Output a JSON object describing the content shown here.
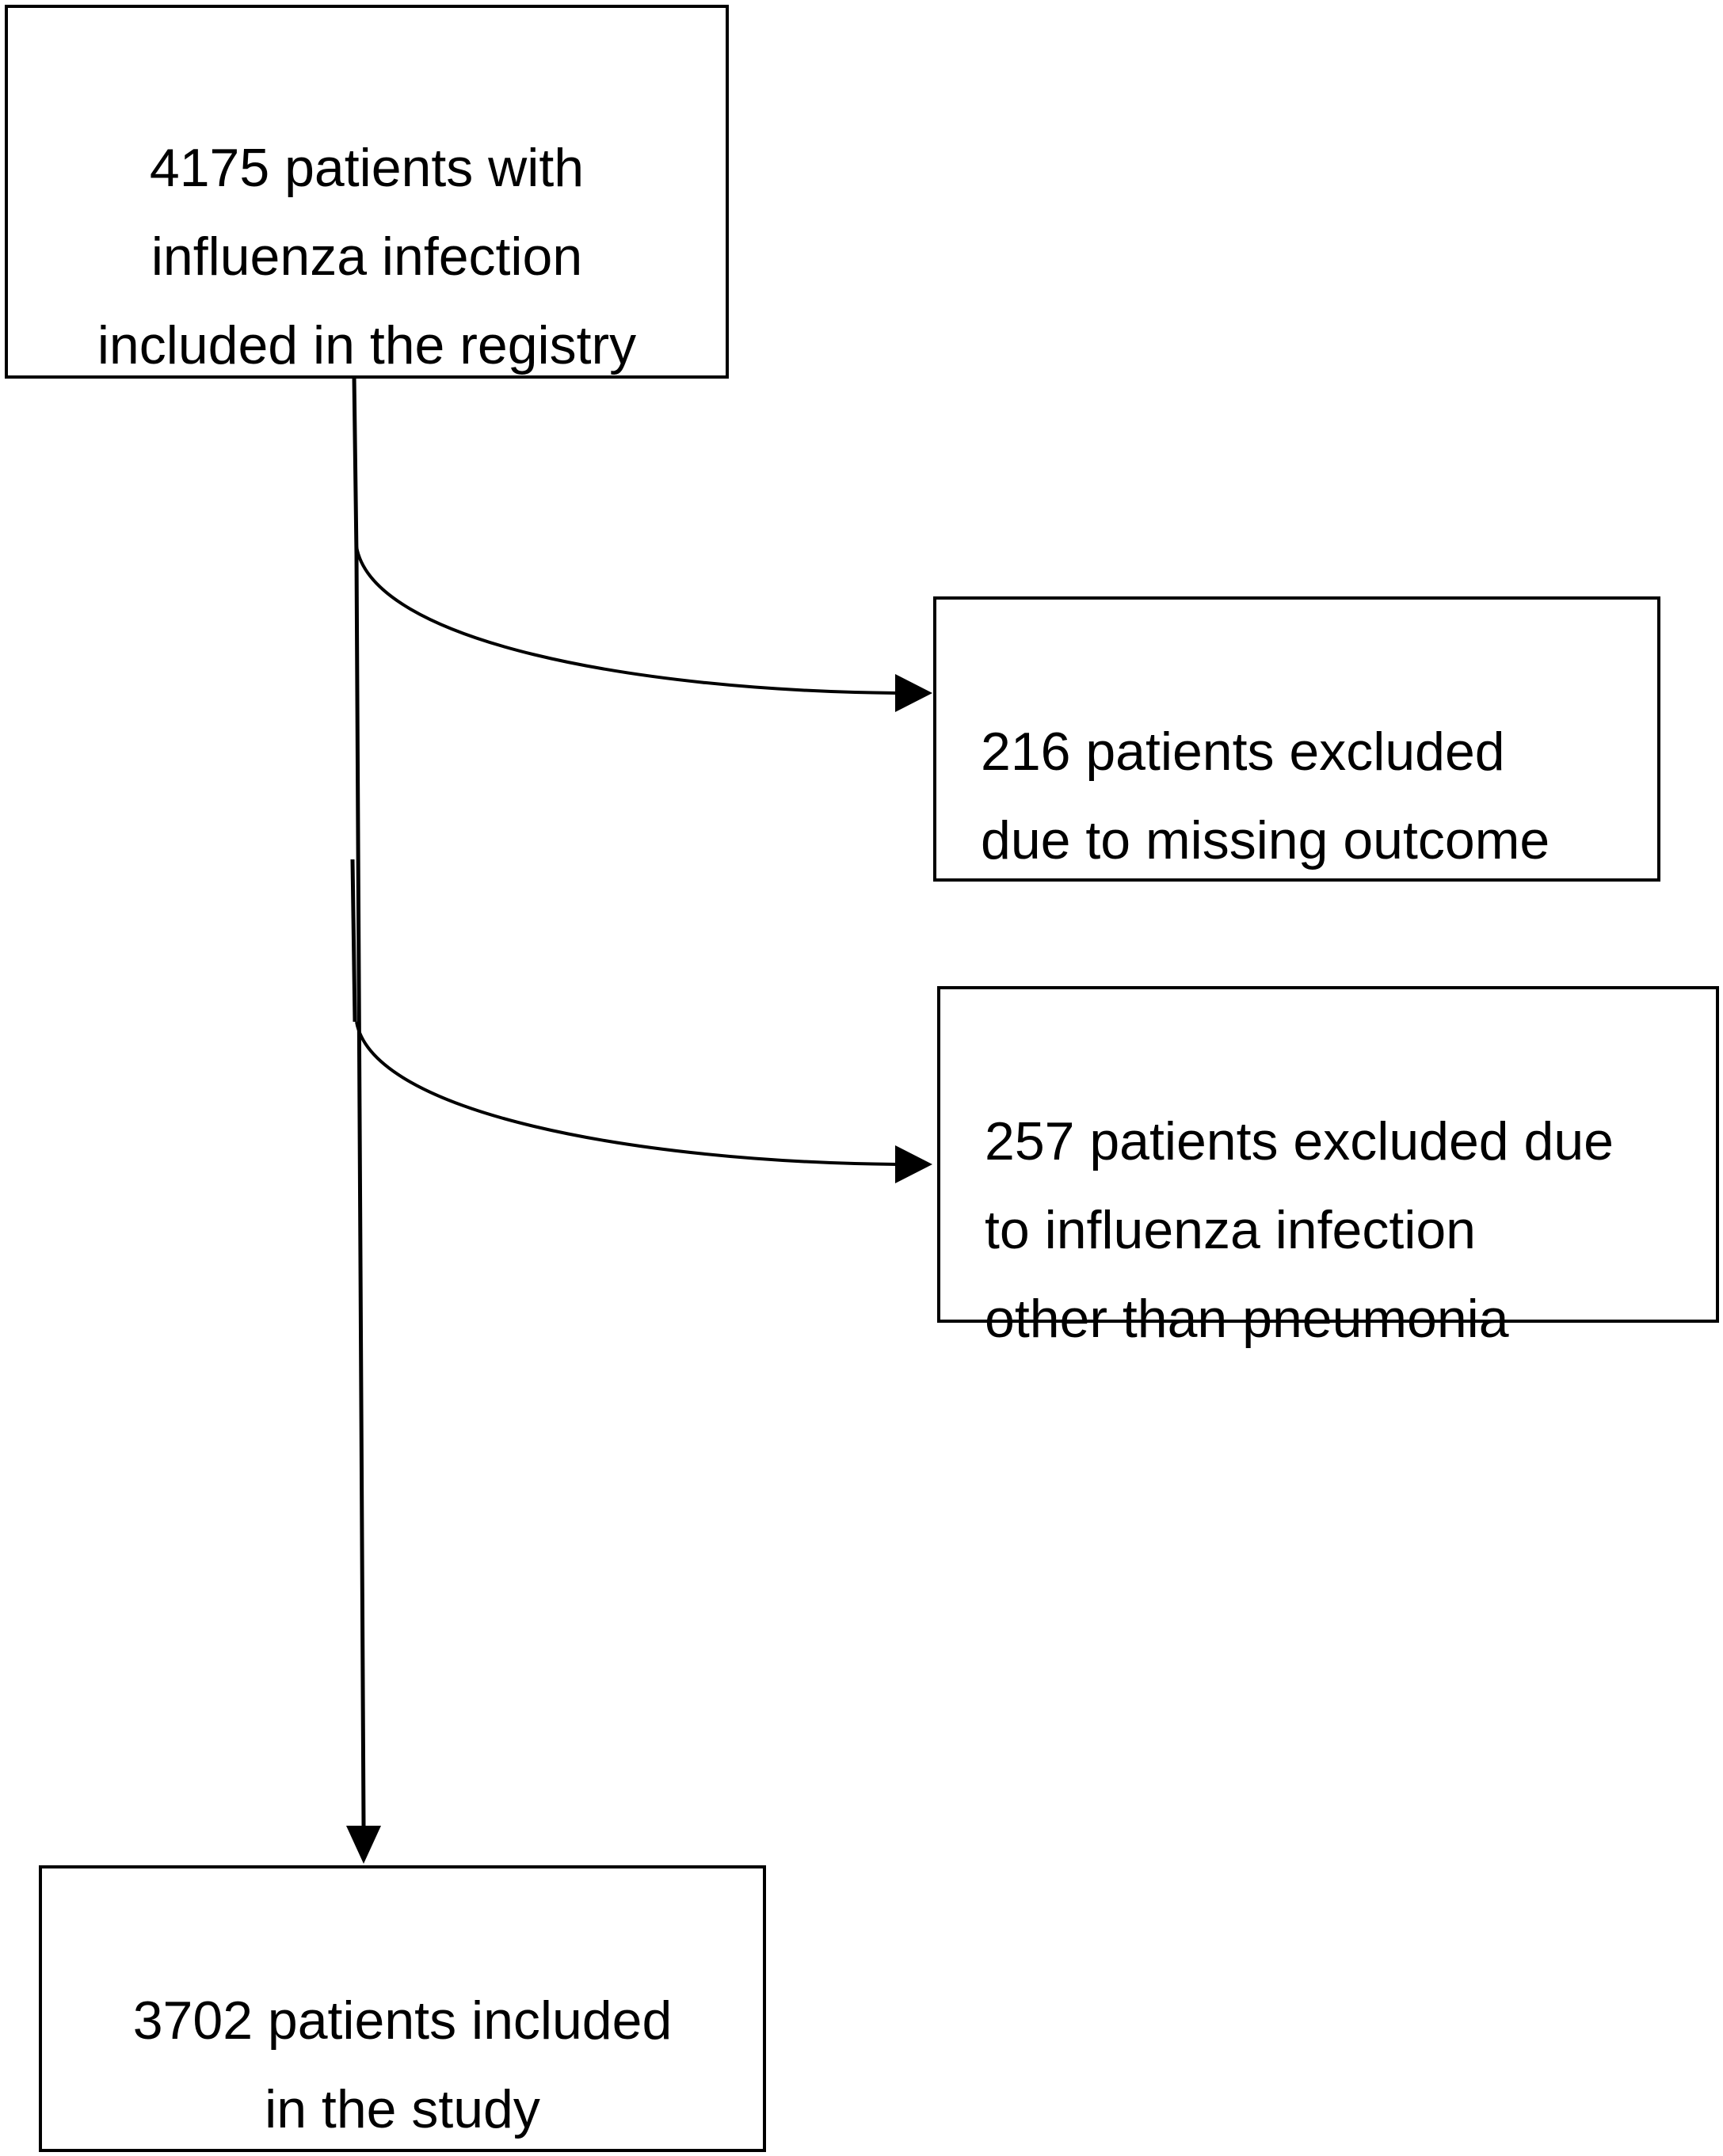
{
  "flowchart": {
    "registry_box": {
      "text": "4175 patients with\ninfluenza infection\nincluded in the registry"
    },
    "excluded_missing_box": {
      "text": "216 patients excluded\ndue to missing outcome"
    },
    "excluded_other_box": {
      "text": "257 patients excluded due\nto influenza infection\nother than pneumonia"
    },
    "included_box": {
      "text": "3702 patients included\nin the study"
    }
  },
  "colors": {
    "line": "#000000",
    "box_border": "#000000",
    "background": "#ffffff"
  }
}
